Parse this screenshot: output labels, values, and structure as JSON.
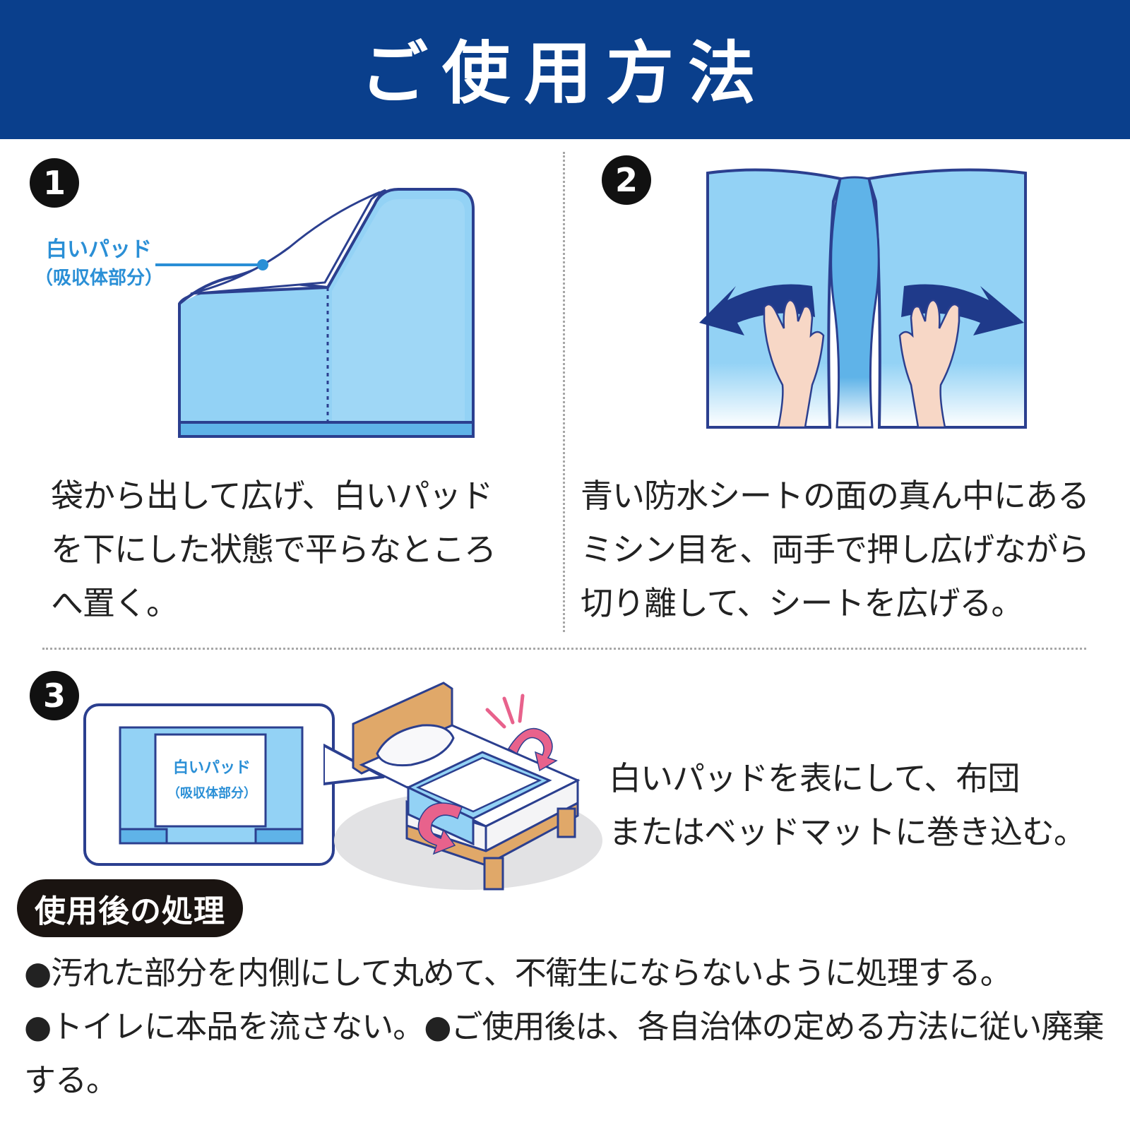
{
  "header": {
    "title": "ご使用方法"
  },
  "steps": [
    {
      "number": "1",
      "pad_label_line1": "白いパッド",
      "pad_label_line2": "（吸収体部分）",
      "text_lines": [
        "袋から出して広げ、白いパッド",
        "を下にした状態で平らなところ",
        "へ置く。"
      ]
    },
    {
      "number": "2",
      "text_lines": [
        "青い防水シートの面の真ん中にある",
        "ミシン目を、両手で押し広げながら",
        "切り離して、シートを広げる。"
      ]
    },
    {
      "number": "3",
      "pad_label_line1": "白いパッド",
      "pad_label_line2": "（吸収体部分）",
      "text_lines": [
        "白いパッドを表にして、布団",
        "またはベッドマットに巻き込む。"
      ]
    }
  ],
  "disposal": {
    "title": "使用後の処理",
    "items": [
      "●汚れた部分を内側にして丸めて、不衛生にならないように処理する。",
      "●トイレに本品を流さない。",
      "●ご使用後は、各自治体の定める方法に従い廃棄する。"
    ]
  },
  "colors": {
    "header_bg": "#0a3f8c",
    "sheet_light_blue": "#93d2f5",
    "sheet_mid_blue": "#5fb3e8",
    "outline_navy": "#2b3f8f",
    "arrow_navy": "#1f3a8a",
    "arrow_pink": "#e8628c",
    "wood": "#e0a869",
    "label_blue": "#2a8fd6"
  },
  "icons": [
    "hand-icon",
    "arrow-left-icon",
    "arrow-right-icon",
    "bed-icon",
    "curl-arrow-icon"
  ]
}
